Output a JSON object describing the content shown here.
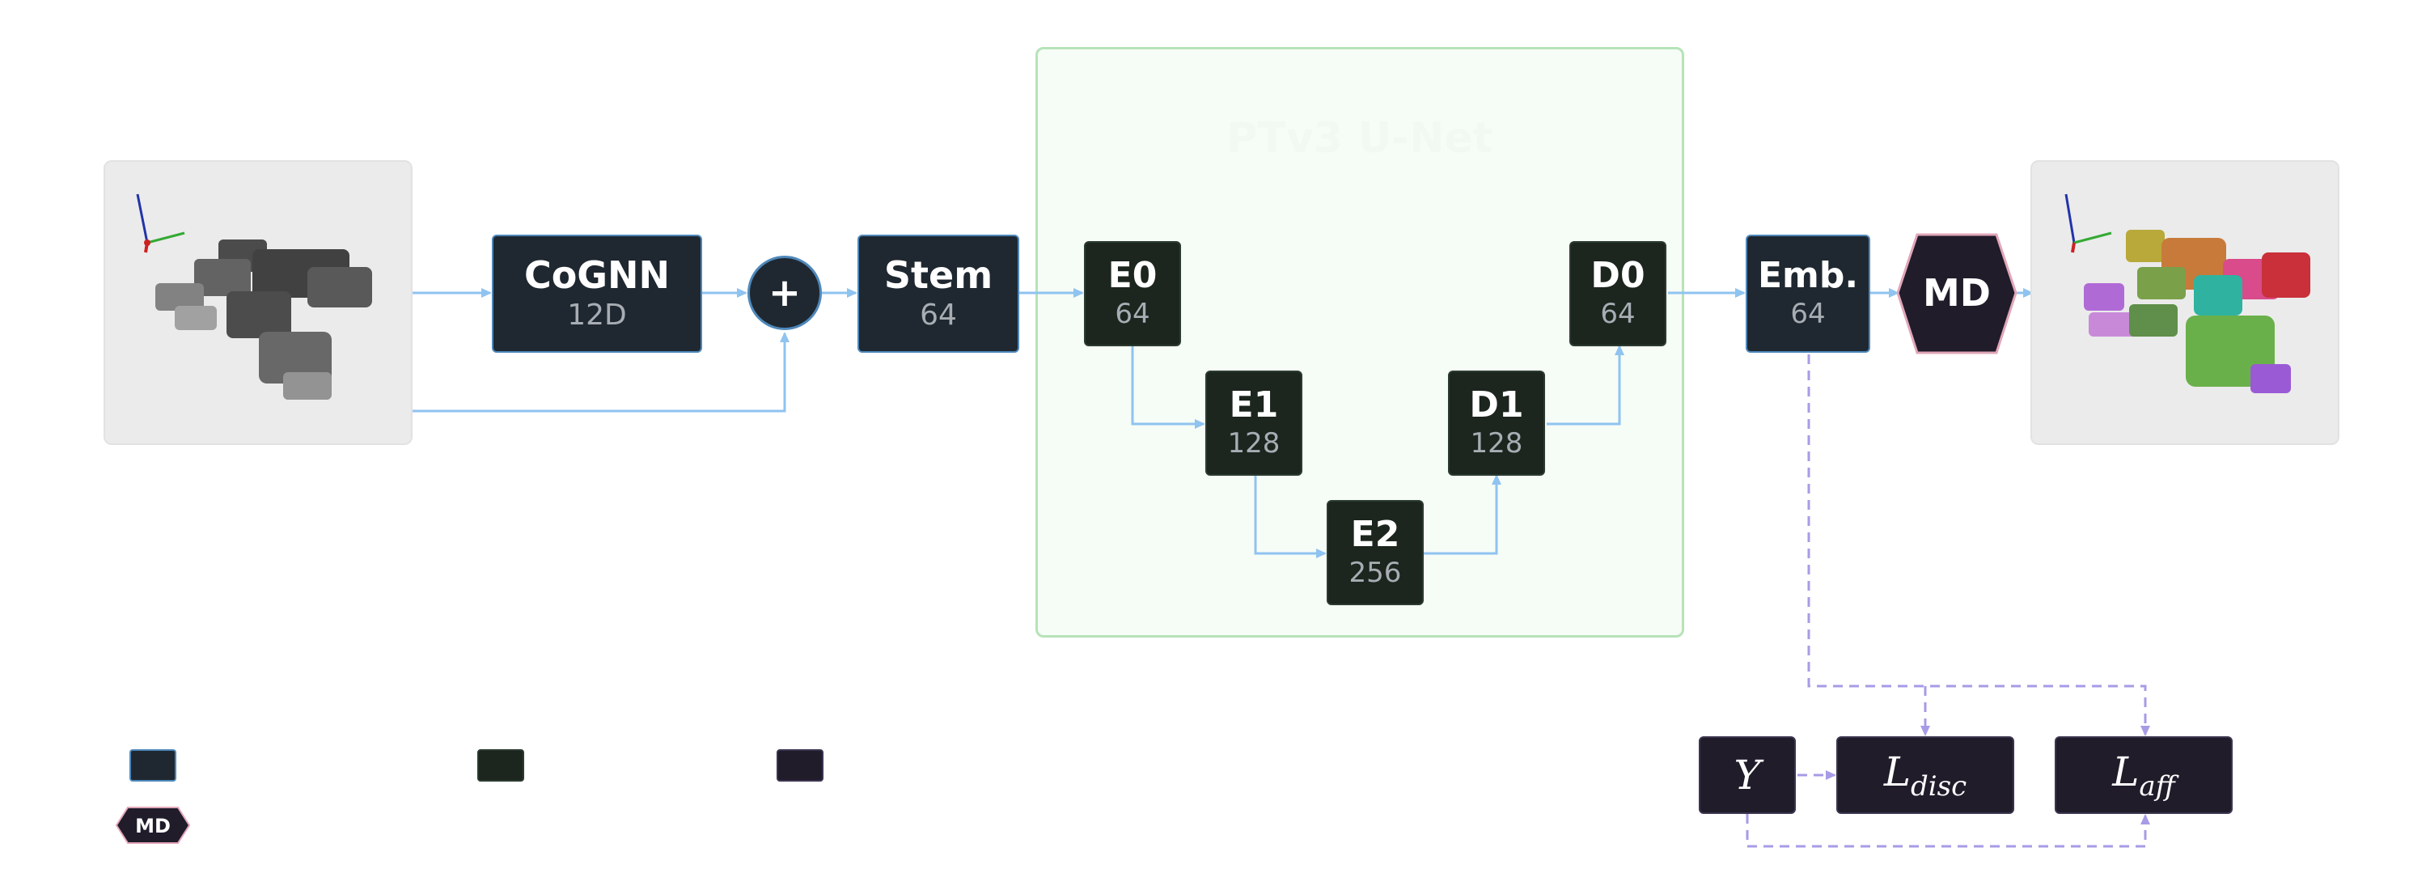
{
  "title": "PTv3 U-Net",
  "nodes": {
    "cognn": {
      "label": "CoGNN",
      "sub": "12D"
    },
    "plus": {
      "label": "+"
    },
    "stem": {
      "label": "Stem",
      "sub": "64"
    },
    "e0": {
      "label": "E0",
      "sub": "64"
    },
    "e1": {
      "label": "E1",
      "sub": "128"
    },
    "e2": {
      "label": "E2",
      "sub": "256"
    },
    "d1": {
      "label": "D1",
      "sub": "128"
    },
    "d0": {
      "label": "D0",
      "sub": "64"
    },
    "emb": {
      "label": "Emb.",
      "sub": "64"
    },
    "md": {
      "label": "MD"
    },
    "y": {
      "label": "Y"
    },
    "ldisc": {
      "main": "L",
      "sub": "disc"
    },
    "laff": {
      "main": "L",
      "sub": "aff"
    }
  },
  "legend": {
    "md_badge": "MD"
  },
  "colors": {
    "blue_arrow": "#8fc3f0",
    "purple_dashed": "#a89be6",
    "unet_border": "#b6e3b8",
    "md_border": "#e1a6b8",
    "node_fill": "#1f2830",
    "green_node_fill": "#1c251e",
    "dark_node_fill": "#201c2a"
  },
  "icons": {
    "input": "voxel-protein-grayscale-icon",
    "output": "voxel-protein-segmented-icon",
    "axes": "xyz-axes-icon"
  }
}
